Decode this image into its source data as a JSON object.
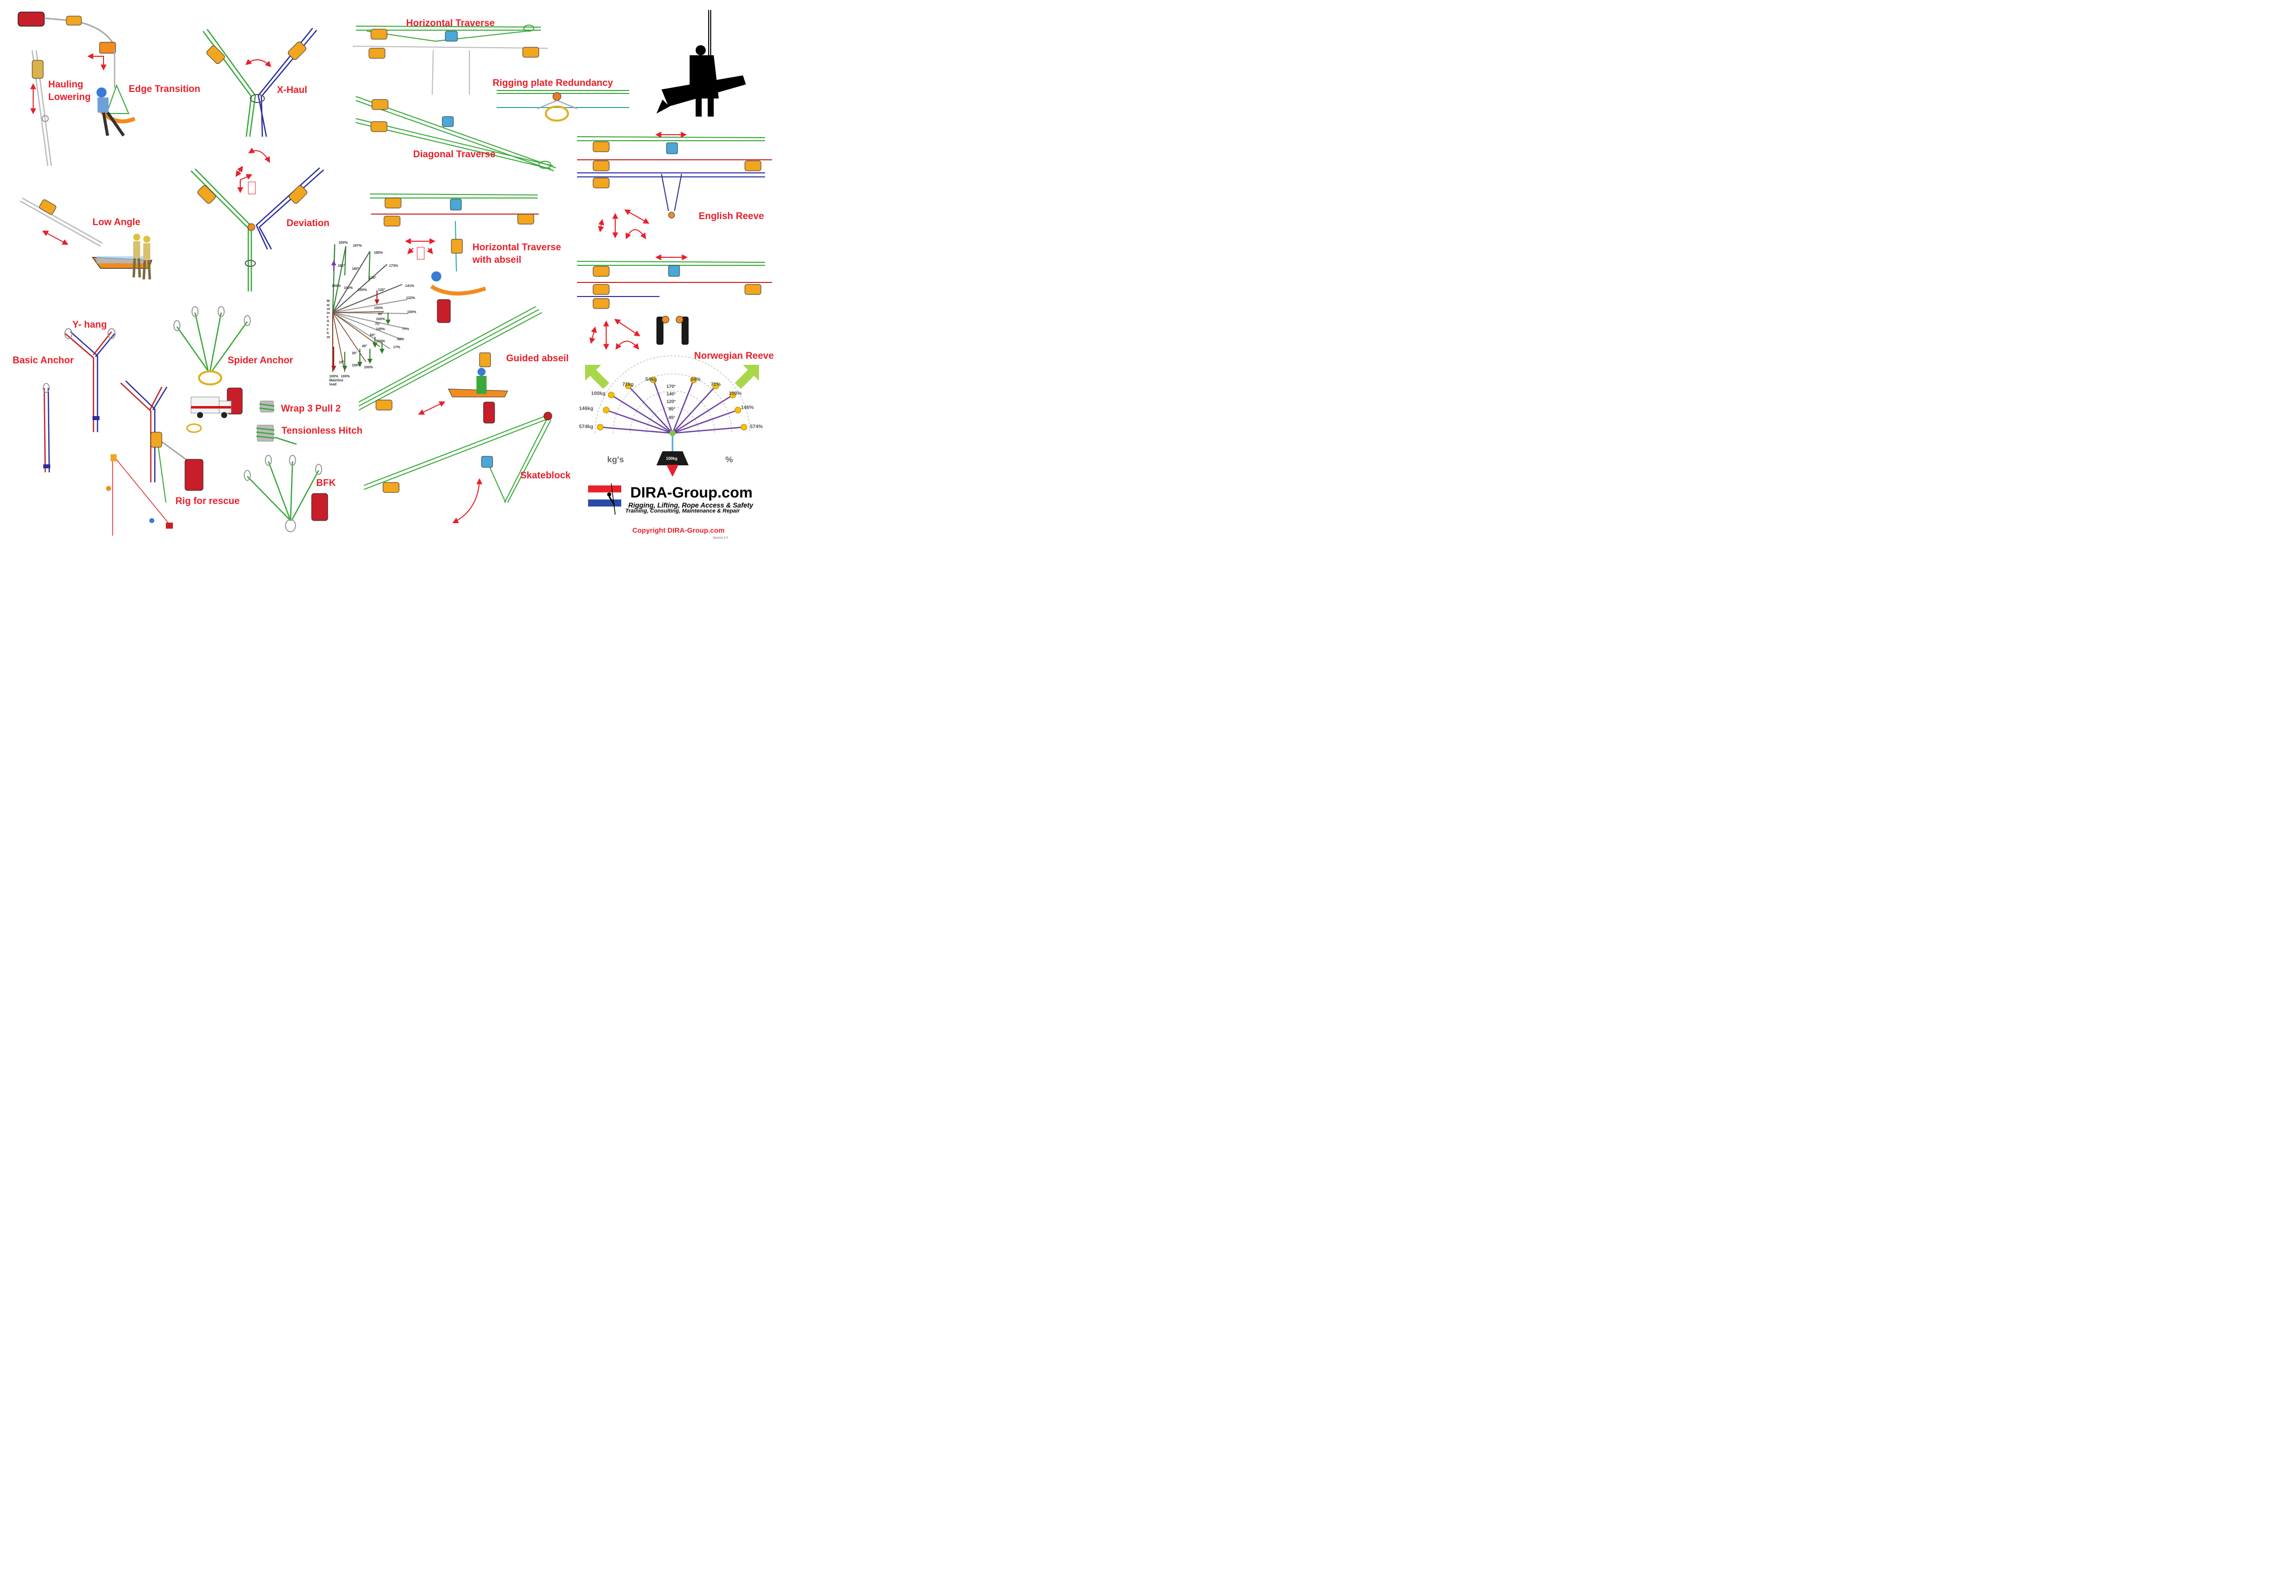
{
  "labels": {
    "hauling_lowering": "Hauling\nLowering",
    "edge_transition": "Edge Transition",
    "x_haul": "X-Haul",
    "horizontal_traverse": "Horizontal Traverse",
    "rigging_plate_redundancy": "Rigging plate Redundancy",
    "diagonal_traverse": "Diagonal Traverse",
    "english_reeve": "English Reeve",
    "low_angle": "Low Angle",
    "deviation": "Deviation",
    "horizontal_traverse_abseil": "Horizontal Traverse\n with abseil",
    "norwegian_reeve": "Norwegian Reeve",
    "y_hang": "Y- hang",
    "basic_anchor": "Basic Anchor",
    "spider_anchor": "Spider Anchor",
    "guided_abseil": "Guided abseil",
    "wrap_3_pull_2": "Wrap 3 Pull 2",
    "tensionless_hitch": "Tensionless Hitch",
    "rig_for_rescue": "Rig for rescue",
    "bfk": "BFK",
    "skateblock": "Skateblock"
  },
  "angle_chart": {
    "vertical_label": "Mainline Anchor",
    "load_label": "100%\nMainline\nload",
    "angles": [
      "180°",
      "160°",
      "135°",
      "120°",
      "90°",
      "75°",
      "60°",
      "45°",
      "30°",
      "10°"
    ],
    "top_percents": [
      "200%",
      "197%",
      "185%",
      "173%",
      "141%",
      "122%",
      "100%",
      "77%",
      "52%",
      "17%"
    ],
    "bottom_percents": [
      "100%",
      "100%",
      "100%",
      "100%",
      "100%",
      "100%",
      "100%",
      "100%",
      "100%",
      "100%"
    ]
  },
  "fan_chart": {
    "left_values": [
      "574kg",
      "146kg",
      "100kg",
      "71kg",
      "54kg"
    ],
    "right_values": [
      "54%",
      "71%",
      "100%",
      "146%",
      "574%"
    ],
    "angles": [
      "170°",
      "140°",
      "120°",
      "90°",
      "45°"
    ],
    "load": "100kg",
    "kg_label": "kg's",
    "pct_label": "%",
    "line_color": "#6a3fa0",
    "node_color": "#f2c200"
  },
  "brand": {
    "name": "DIRA-Group.com",
    "tagline1": "Rigging, Lifting, Rope Access & Safety",
    "tagline2": "Training, Consulting, Maintenance & Repair",
    "flag_colors": [
      "#e8202a",
      "#ffffff",
      "#2a4aa8"
    ]
  },
  "copyright": "Copyright DIRA-Group.com",
  "version": "Version 1.0",
  "colors": {
    "label_red": "#e8202a",
    "rope_green": "#3aa83a",
    "rope_blue": "#2b2fa0",
    "rope_red": "#c82020",
    "rope_grey": "#b4b4b4",
    "device_orange": "#f2a51e",
    "plate_blue": "#49a8d8"
  }
}
